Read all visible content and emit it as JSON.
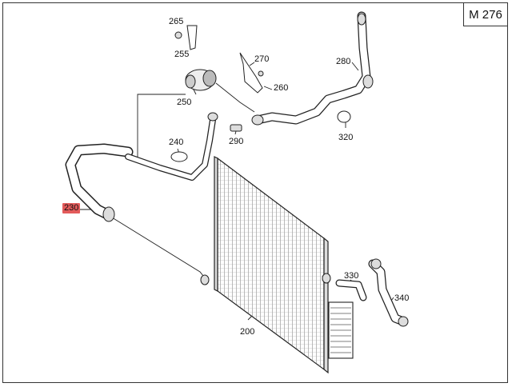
{
  "diagram": {
    "engine_code": "M 276",
    "callouts": [
      {
        "id": "c265",
        "text": "265"
      },
      {
        "id": "c255",
        "text": "255"
      },
      {
        "id": "c250",
        "text": "250"
      },
      {
        "id": "c270",
        "text": "270"
      },
      {
        "id": "c260",
        "text": "260"
      },
      {
        "id": "c280",
        "text": "280"
      },
      {
        "id": "c240",
        "text": "240"
      },
      {
        "id": "c290",
        "text": "290"
      },
      {
        "id": "c320",
        "text": "320"
      },
      {
        "id": "c230",
        "text": "230",
        "highlighted": true,
        "highlight_color": "#e35b5b"
      },
      {
        "id": "c330",
        "text": "330"
      },
      {
        "id": "c340",
        "text": "340"
      },
      {
        "id": "c200",
        "text": "200"
      }
    ]
  }
}
